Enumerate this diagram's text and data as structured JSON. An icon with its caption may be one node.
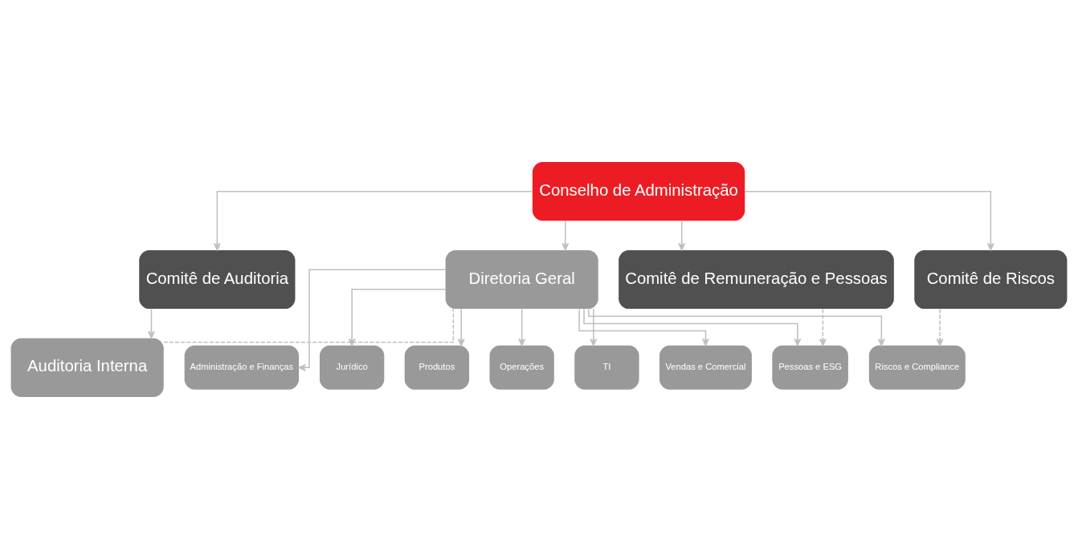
{
  "diagram": {
    "nodes": [
      {
        "text": [
          "Conselho de Administração"
        ]
      },
      {
        "text": [
          "Comitê de Auditoria"
        ]
      },
      {
        "text": [
          "Diretoria Geral"
        ]
      },
      {
        "text": [
          "Comitê de Remuneração e Pessoas"
        ]
      },
      {
        "text": [
          "Comitê de Riscos"
        ]
      },
      {
        "text": [
          "Auditoria Interna"
        ]
      },
      {
        "text": [
          "Administração e Finanças"
        ]
      },
      {
        "text": [
          "Jurídico"
        ]
      },
      {
        "text": [
          "Produtos"
        ]
      },
      {
        "text": [
          "Operações"
        ]
      },
      {
        "text": [
          "TI"
        ]
      },
      {
        "text": [
          "Vendas e Comercial"
        ]
      },
      {
        "text": [
          "Pessoas e ESG"
        ]
      },
      {
        "text": [
          "Riscos e Compliance"
        ]
      }
    ],
    "edges": [
      {
        "from": 0,
        "to": 1,
        "arrow": "to"
      },
      {
        "from": 0,
        "to": 2,
        "arrow": "to"
      },
      {
        "from": 0,
        "to": 3,
        "arrow": "to"
      },
      {
        "from": 0,
        "to": 4,
        "arrow": "to"
      },
      {
        "from": 1,
        "to": 5,
        "arrow": "to"
      },
      {
        "from": 5,
        "to": 2,
        "arrow": "none",
        "style": "dashed"
      },
      {
        "from": 2,
        "to": 6,
        "arrow": "to"
      },
      {
        "from": 2,
        "to": 7,
        "arrow": "to"
      },
      {
        "from": 2,
        "to": 8,
        "arrow": "to"
      },
      {
        "from": 2,
        "to": 9,
        "arrow": "to"
      },
      {
        "from": 2,
        "to": 10,
        "arrow": "to"
      },
      {
        "from": 2,
        "to": 11,
        "arrow": "to"
      },
      {
        "from": 2,
        "to": 12,
        "arrow": "to"
      },
      {
        "from": 2,
        "to": 13,
        "arrow": "to"
      },
      {
        "from": 3,
        "to": 12,
        "arrow": "to",
        "style": "dashed"
      },
      {
        "from": 4,
        "to": 13,
        "arrow": "to",
        "style": "dashed"
      }
    ]
  }
}
